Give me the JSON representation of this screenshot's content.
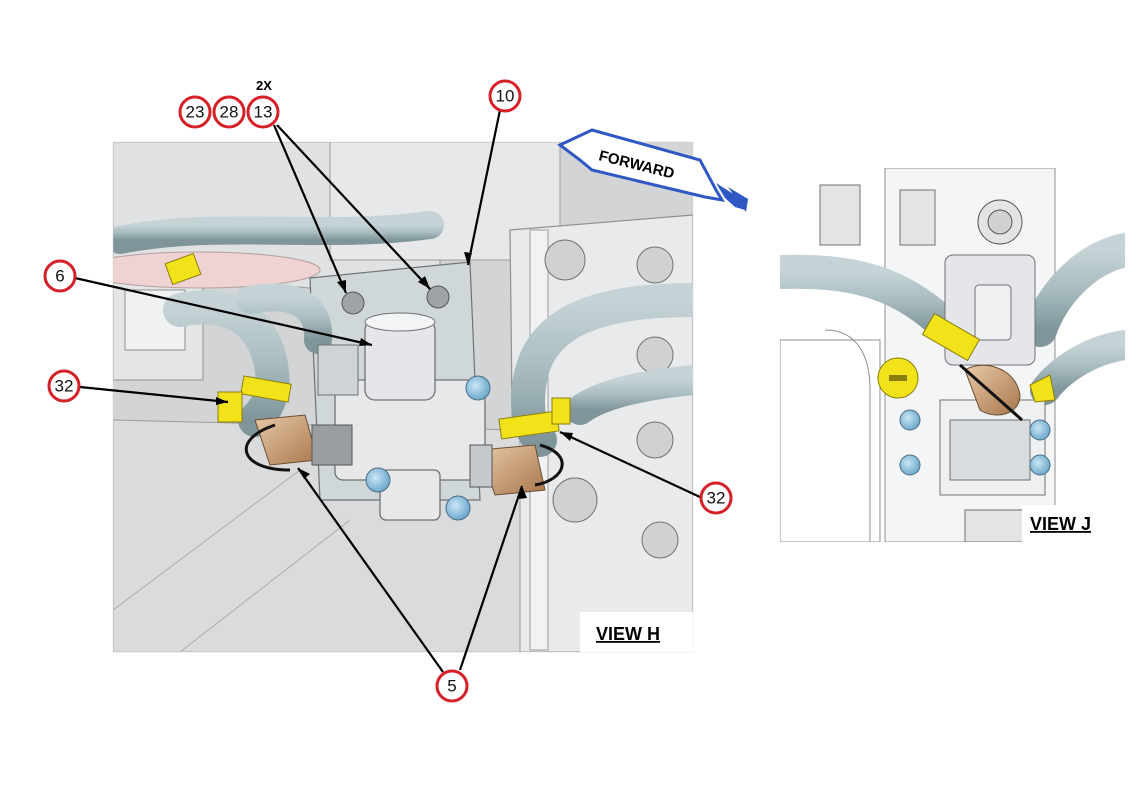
{
  "views": {
    "h_label": "VIEW H",
    "j_label": "VIEW J"
  },
  "direction": {
    "label": "FORWARD"
  },
  "quantity_note": "2X",
  "callouts": {
    "c23": "23",
    "c28": "28",
    "c13": "13",
    "c10": "10",
    "c6": "6",
    "c32_left": "32",
    "c32_right": "32",
    "c5": "5"
  },
  "colors": {
    "callout_ring": "#d62028",
    "hose": "#a8bcc0",
    "clamp": "#f2e21a",
    "bolt": "#8fc8e8",
    "background_gray": "#d4d6d8",
    "valve_body": "#e4e6e9",
    "fitting_bronze": "#c59b73",
    "arrow_blue": "#2f58c4"
  }
}
